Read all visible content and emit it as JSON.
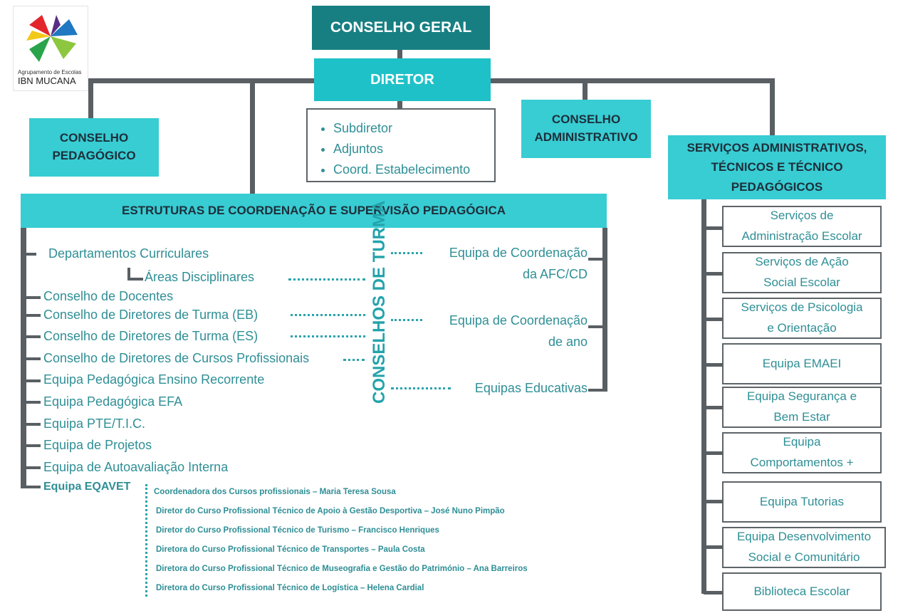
{
  "logo": {
    "subtitle": "Agrupamento de Escolas",
    "name": "IBN MUCANA",
    "colors": [
      "#e3262b",
      "#1f78c1",
      "#8dc63f",
      "#f2c819",
      "#5a2d82",
      "#2aa44a"
    ]
  },
  "top": {
    "conselho_geral": "CONSELHO GERAL",
    "diretor": "DIRETOR",
    "director_team": [
      "Subdiretor",
      "Adjuntos",
      "Coord. Estabelecimento"
    ],
    "conselho_pedagogico": [
      "CONSELHO",
      "PEDAGÓGICO"
    ],
    "conselho_administrativo": [
      "CONSELHO",
      "ADMINISTRATIVO"
    ]
  },
  "structures": {
    "title": "ESTRUTURAS DE COORDENAÇÃO E SUPERVISÃO PEDAGÓGICA",
    "items": [
      "Departamentos Curriculares",
      "Áreas Disciplinares",
      "Conselho de Docentes",
      "Conselho de Diretores de Turma (EB)",
      "Conselho de Diretores de Turma (ES)",
      "Conselho de Diretores de Cursos Profissionais",
      "Equipa Pedagógica Ensino Recorrente",
      "Equipa Pedagógica EFA",
      "Equipa PTE/T.I.C.",
      "Equipa de Projetos",
      "Equipa de Autoavaliação Interna",
      "Equipa EQAVET"
    ],
    "vertical_label": "CONSELHOS DE TURMA",
    "right_items": [
      [
        "Equipa de Coordenação",
        "da AFC/CD"
      ],
      [
        "Equipa de Coordenação",
        "de ano"
      ],
      [
        "Equipas Educativas"
      ]
    ]
  },
  "courses": [
    "Coordenadora dos Cursos profissionais – Maria Teresa Sousa",
    "Diretor do Curso Profissional Técnico de Apoio à Gestão Desportiva – José Nuno Pimpão",
    "Diretor do Curso Profissional Técnico de Turismo – Francisco Henriques",
    "Diretora do Curso Profissional Técnico de Transportes – Paula Costa",
    "Diretora do Curso Profissional Técnico de Museografia e Gestão do Património – Ana Barreiros",
    "Diretora do Curso Profissional Técnico de Logística – Helena Cardial"
  ],
  "services": {
    "title": [
      "SERVIÇOS ADMINISTRATIVOS,",
      "TÉCNICOS E TÉCNICO",
      "PEDAGÓGICOS"
    ],
    "items": [
      [
        "Serviços de",
        "Administração Escolar"
      ],
      [
        "Serviços de Ação",
        "Social Escolar"
      ],
      [
        "Serviços de Psicologia",
        "e Orientação"
      ],
      [
        "Equipa EMAEI"
      ],
      [
        "Equipa Segurança e",
        "Bem Estar"
      ],
      [
        "Equipa",
        "Comportamentos +"
      ],
      [
        "Equipa Tutorias"
      ],
      [
        "Equipa Desenvolvimento",
        "Social e Comunitário"
      ],
      [
        "Biblioteca Escolar"
      ]
    ]
  }
}
